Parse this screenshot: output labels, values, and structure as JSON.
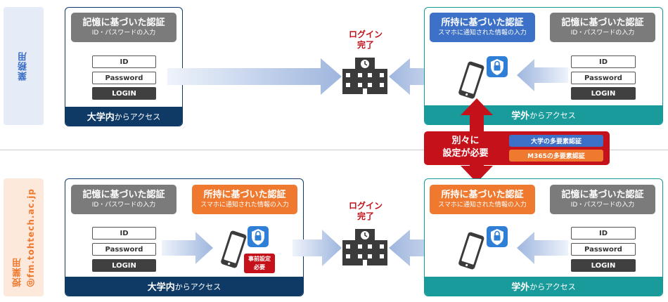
{
  "sidebar": {
    "top_label": "業務用",
    "bottom_label": "授業用",
    "bottom_domain": "＠fm.tohtech.ac.jp"
  },
  "auth": {
    "knowledge_title": "記憶に基づいた認証",
    "knowledge_sub": "ID・パスワードの入力",
    "possession_title": "所持に基づいた認証",
    "possession_sub": "スマホに通知された情報の入力"
  },
  "login_form": {
    "id_label": "ID",
    "password_label": "Password",
    "login_label": "LOGIN"
  },
  "access": {
    "campus_bold": "大学内",
    "campus_rest": "からアクセス",
    "offcampus_bold": "学外",
    "offcampus_rest": "からアクセス"
  },
  "login_done": {
    "line1": "ログイン",
    "line2": "完了"
  },
  "mfa": {
    "separate_line1": "別々に",
    "separate_line2": "設定が必要",
    "univ_mfa": "大学の多要素認証",
    "m365_mfa": "M365の多要素認証"
  },
  "pre_setup": {
    "line1": "事前設定",
    "line2": "必要"
  },
  "colors": {
    "navy": "#0f3a66",
    "teal": "#1a9b9b",
    "red": "#c4111a",
    "blue": "#3d71c7",
    "orange": "#ef7a2f",
    "gray": "#7b7b7b"
  }
}
